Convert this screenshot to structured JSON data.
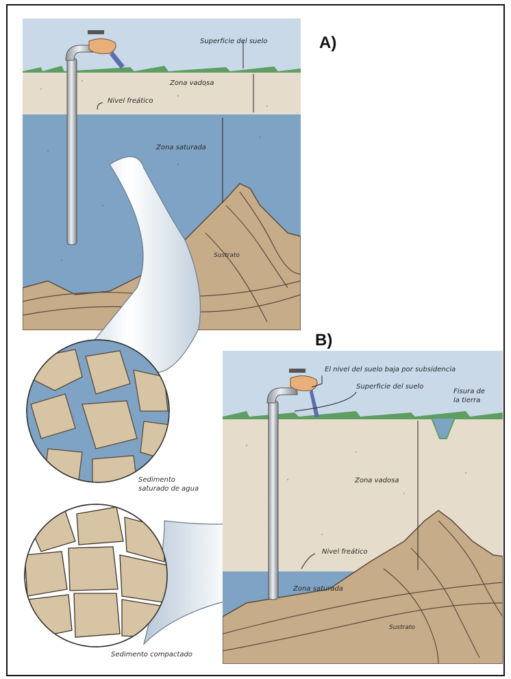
{
  "panel_a": {
    "heading": "A)",
    "labels": {
      "ground_surface": "Superficie del suelo",
      "vadose_zone": "Zona vadosa",
      "water_table": "Nivel freático",
      "saturated_zone": "Zona saturada",
      "bedrock": "Sustrato"
    }
  },
  "panel_b": {
    "heading": "B)",
    "labels": {
      "subsidence": "El nivel del suelo baja por subsidencia",
      "ground_surface": "Superficie del suelo",
      "fissure_line1": "Fisura de",
      "fissure_line2": "la tierra",
      "vadose_zone": "Zona vadosa",
      "water_table": "Nivel freático",
      "saturated_zone": "Zona saturada",
      "bedrock": "Sustrato"
    }
  },
  "insets": {
    "saturated_line1": "Sedimento",
    "saturated_line2": "saturado de agua",
    "compacted": "Sedimento compactado"
  },
  "colors": {
    "sky": "#c9d9e8",
    "soil": "#e6dccb",
    "water": "#7fa3c4",
    "rock": "#c7ac8a",
    "rock_line": "#5b4a38",
    "pipe": "#c8ccd0",
    "grass": "#5f9e62"
  }
}
